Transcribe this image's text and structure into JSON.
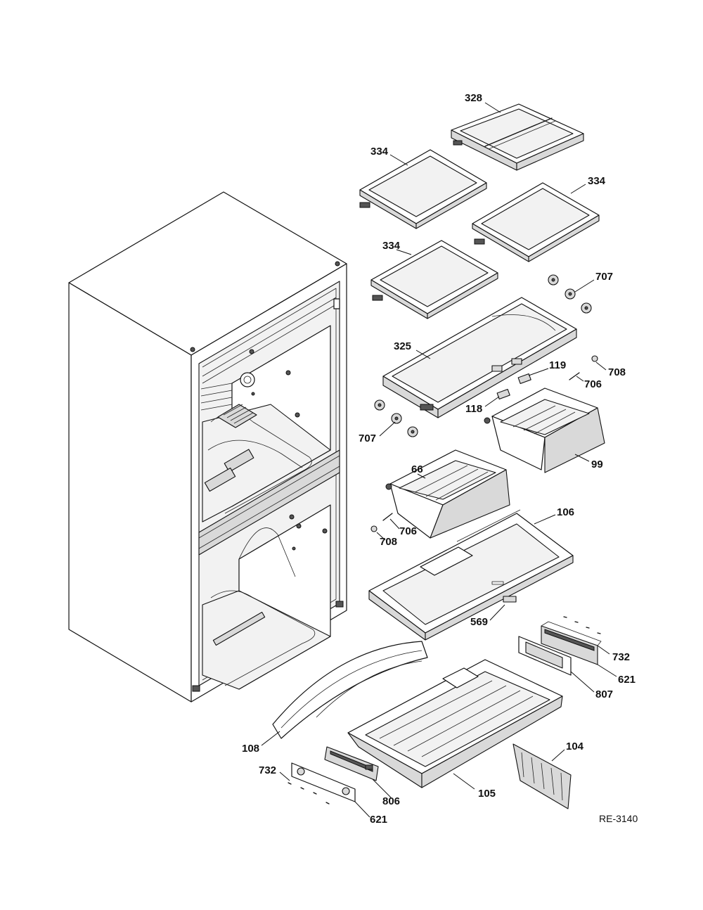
{
  "diagram": {
    "reference_code": "RE-3140",
    "labels": {
      "l328": "328",
      "l334a": "334",
      "l334b": "334",
      "l334c": "334",
      "l707a": "707",
      "l707b": "707",
      "l325": "325",
      "l119": "119",
      "l708a": "708",
      "l706a": "706",
      "l118": "118",
      "l99": "99",
      "l66": "66",
      "l706b": "706",
      "l708b": "708",
      "l106": "106",
      "l569": "569",
      "l732a": "732",
      "l621a": "621",
      "l807": "807",
      "l108": "108",
      "l104": "104",
      "l732b": "732",
      "l806": "806",
      "l105": "105",
      "l621b": "621"
    }
  }
}
